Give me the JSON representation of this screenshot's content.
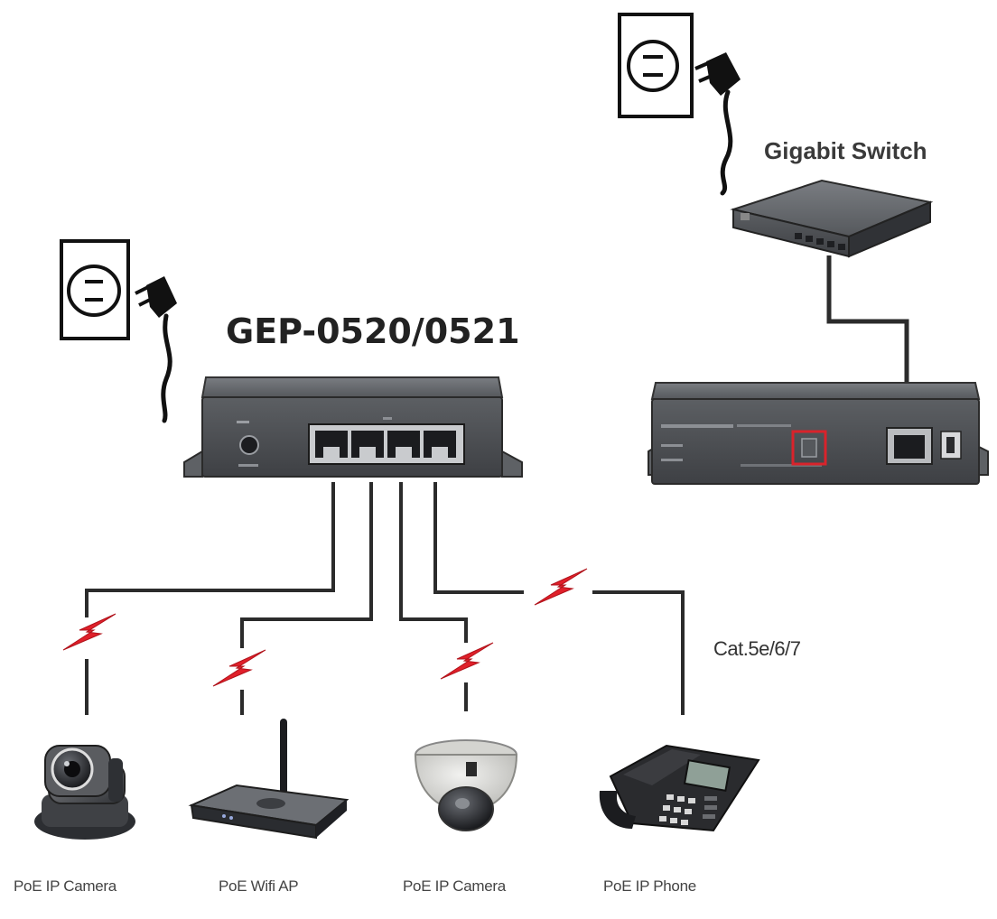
{
  "diagram": {
    "injector_title": "GEP-0520/0521",
    "switch_label": "Gigabit Switch",
    "cable_label": "Cat.5e/6/7",
    "devices": [
      {
        "label": "PoE IP Camera",
        "icon": "ptz-camera-icon"
      },
      {
        "label": "PoE Wifi AP",
        "icon": "wifi-router-icon"
      },
      {
        "label": "PoE IP Camera",
        "icon": "dome-camera-icon"
      },
      {
        "label": "PoE IP Phone",
        "icon": "ip-phone-icon"
      }
    ],
    "colors": {
      "cable": "#2b2b2b",
      "lightning": "#e0202a",
      "device_body": "#4a4c50",
      "highlight_box": "#d9232b"
    }
  }
}
